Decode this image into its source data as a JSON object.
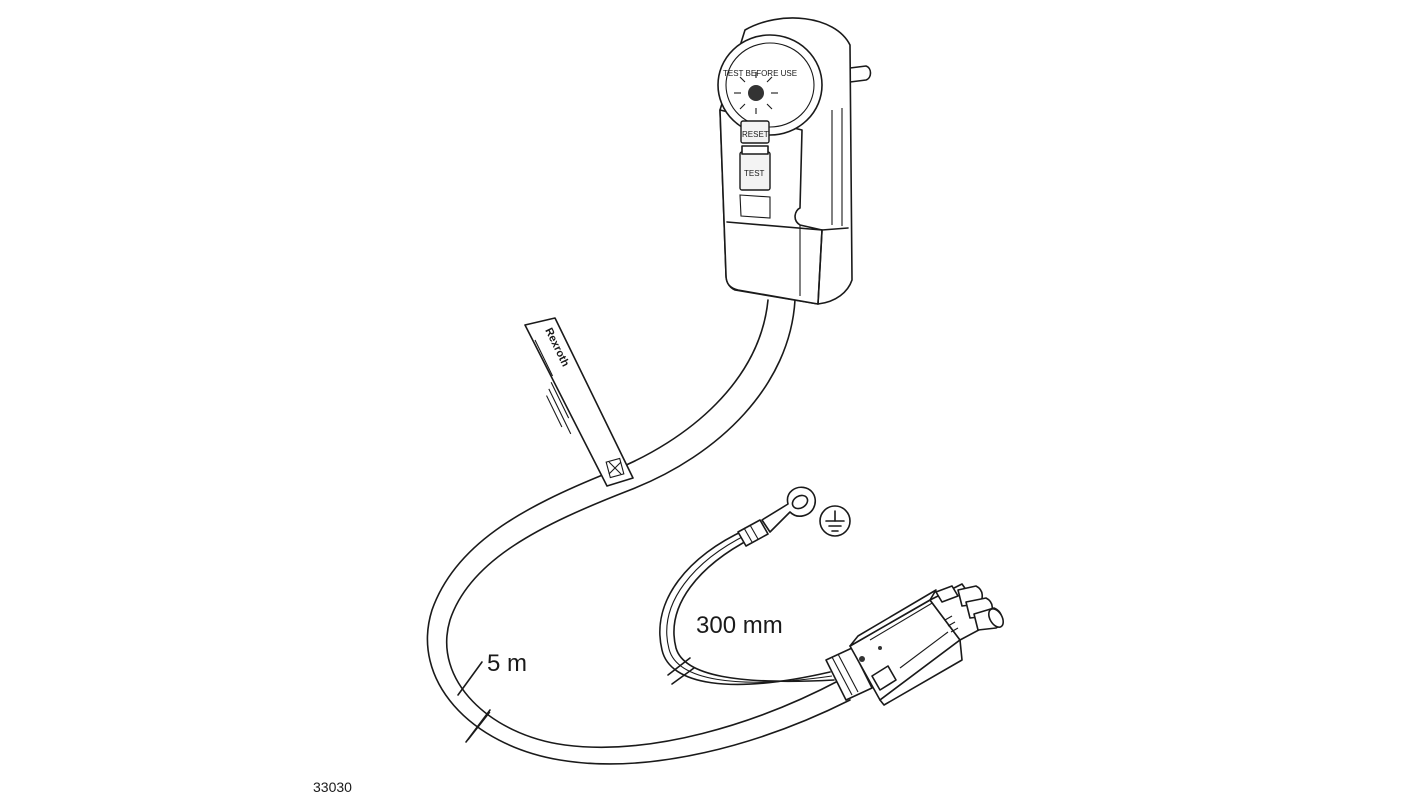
{
  "plug": {
    "test_before_use": "TEST BEFORE USE",
    "reset_label": "RESET",
    "test_label": "TEST"
  },
  "tag": {
    "brand": "Rexroth"
  },
  "dimensions": {
    "cable_length": "5 m",
    "ground_lead_length": "300 mm"
  },
  "figure_number": "33030",
  "icons": [
    "ground-symbol-icon",
    "led-indicator-icon",
    "ring-terminal-icon"
  ]
}
